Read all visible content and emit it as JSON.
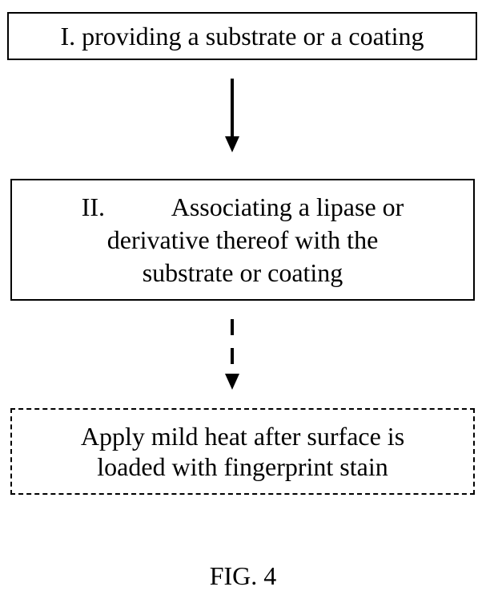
{
  "steps": [
    {
      "text": "I. providing a substrate or a coating"
    },
    {
      "number": "II.",
      "line1": "Associating a lipase or",
      "line2": "derivative thereof with the",
      "line3": "substrate or coating"
    },
    {
      "line1": "Apply mild heat after surface is",
      "line2": "loaded with fingerprint stain"
    }
  ],
  "connectors": [
    {
      "from": "step-1",
      "to": "step-2",
      "style": "solid"
    },
    {
      "from": "step-2",
      "to": "step-3",
      "style": "dashed"
    }
  ],
  "figure_label": "FIG. 4",
  "colors": {
    "line": "#000000",
    "background": "#ffffff"
  }
}
